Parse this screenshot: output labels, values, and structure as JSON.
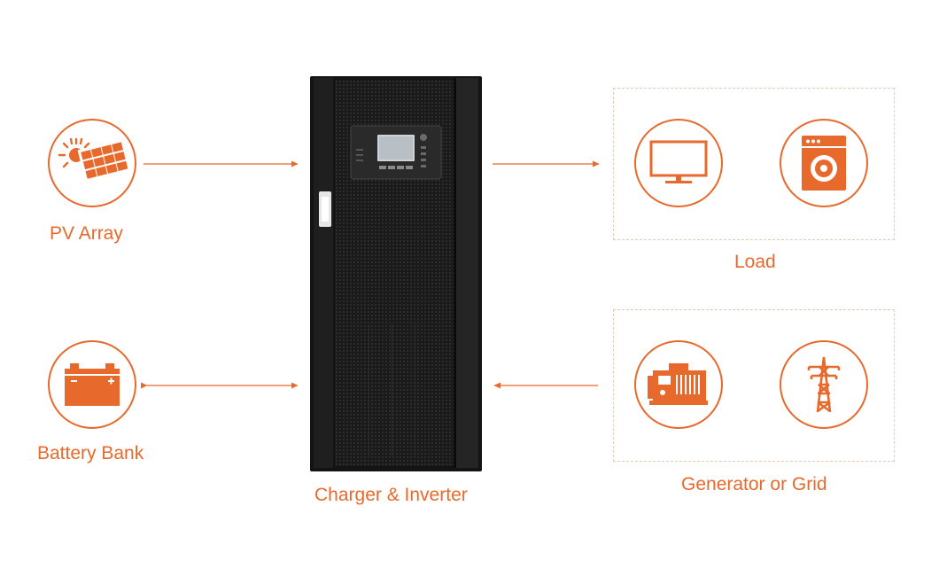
{
  "colors": {
    "accent": "#e8692c",
    "cabinet": "#1c1c1c",
    "dash": "#e9c9b6"
  },
  "pv": {
    "label": "PV Array",
    "icon": "solar-panel-icon"
  },
  "battery": {
    "label": "Battery Bank",
    "icon": "battery-icon"
  },
  "inverter": {
    "label": "Charger & Inverter"
  },
  "load": {
    "label": "Load",
    "icons": [
      "monitor-icon",
      "washing-machine-icon"
    ]
  },
  "source": {
    "label": "Generator or Grid",
    "icons": [
      "generator-icon",
      "power-tower-icon"
    ]
  }
}
